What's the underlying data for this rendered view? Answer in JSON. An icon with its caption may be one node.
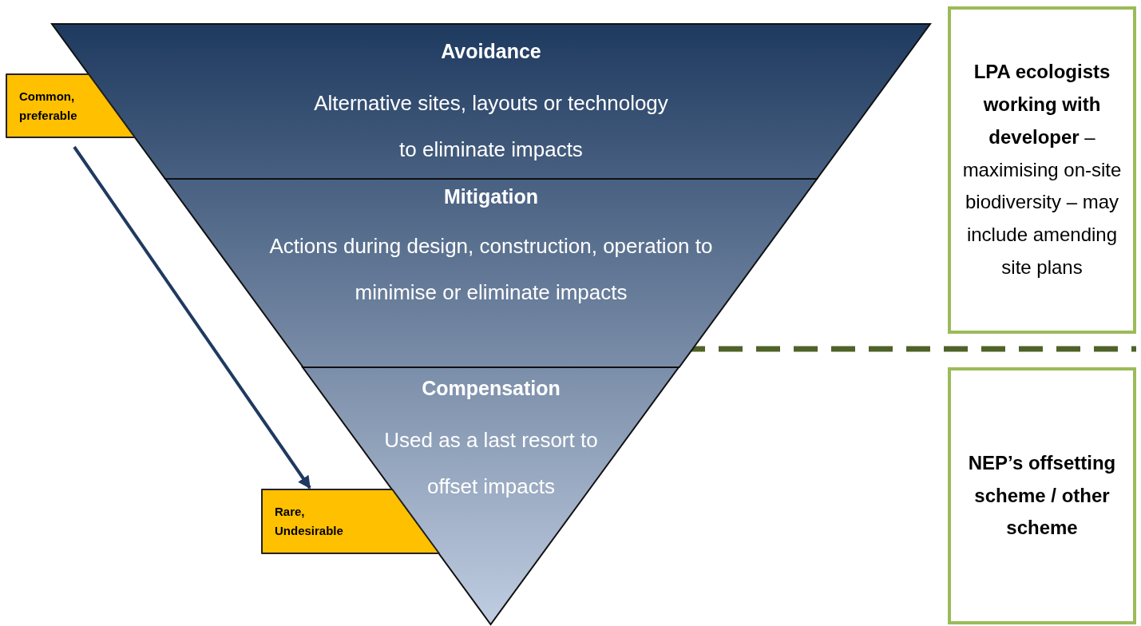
{
  "diagram": {
    "nodes": [
      {
        "text": [
          "Avoidance",
          "Alternative sites, layouts or technology to eliminate impacts"
        ]
      },
      {
        "text": [
          "Mitigation",
          "Actions during design, construction, operation to minimise or eliminate impacts"
        ]
      },
      {
        "text": [
          "Compensation",
          "Used as a last resort to offset impacts"
        ]
      },
      {
        "text": [
          "Common, preferable"
        ]
      },
      {
        "text": [
          "Rare, Undesirable"
        ]
      },
      {
        "text": [
          "**LPA ecologists working with developer** – maximising on-site biodiversity – may include amending site plans"
        ]
      },
      {
        "text": [
          "NEP’s offsetting scheme / other scheme"
        ]
      }
    ],
    "edges": [
      {
        "from": 3,
        "to": 4,
        "arrow": "to"
      }
    ]
  }
}
